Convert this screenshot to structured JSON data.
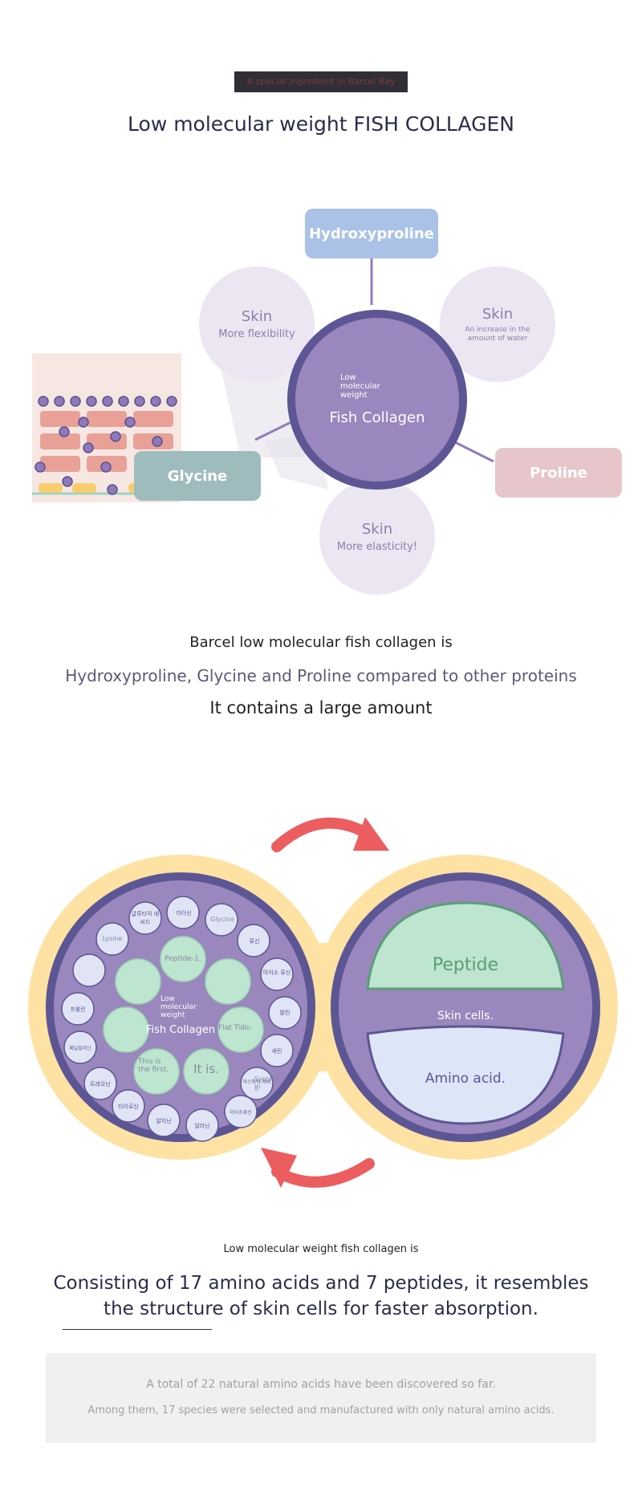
{
  "header": {
    "tagline": "A special ingredient in Barcel Bay",
    "title": "Low molecular weight FISH COLLAGEN"
  },
  "diagram1": {
    "center_small": "Low molecular weight",
    "center_label": "Fish Collagen",
    "bubbles": [
      {
        "title": "Skin",
        "sub": "More flexibility"
      },
      {
        "title": "Skin",
        "sub": "An increase in the amount of water"
      },
      {
        "title": "Skin",
        "sub": "More elasticity!"
      }
    ],
    "pills": {
      "hydroxyproline": "Hydroxyproline",
      "glycine": "Glycine",
      "proline": "Proline"
    }
  },
  "description": {
    "line1": "Barcel low molecular fish collagen is",
    "line2": "Hydroxyproline, Glycine and Proline compared to other proteins",
    "line3": "It contains a large amount"
  },
  "diagram2": {
    "left_center_small": "Low molecular weight",
    "left_center_label": "Fish Collagen",
    "amino_labels": [
      "글루타믹 애씨드",
      "라이신",
      "Glycine",
      "류신",
      "아이소 류신",
      "발린",
      "세린",
      "아스파틱 애씨드",
      "아이소류신",
      "알라닌",
      "알지닌",
      "타이로신",
      "트레오닌",
      "페닐알라닌",
      "프롤린",
      "Lysine"
    ],
    "peptide_labels": [
      "Peptide-1.",
      "Flat Tide-",
      "This is the first.",
      "It is.",
      "System in"
    ],
    "right_top": "Peptide",
    "right_mid": "Skin cells.",
    "right_bottom": "Amino acid."
  },
  "bottom": {
    "subtitle": "Low molecular weight fish collagen is",
    "title_line1": "Consisting of 17 amino acids and 7 peptides, it resembles",
    "title_line2": "the structure of skin cells for faster absorption.",
    "info_line1": "A total of 22 natural amino acids have been discovered so far.",
    "info_line2": "Among them, 17 species were selected and manufactured with only natural amino acids."
  },
  "colors": {
    "purple": "#9a87bd",
    "purple_dark": "#5d5694",
    "bubble": "#ebe6f1",
    "hydroxyproline": "#a9c2e6",
    "glycine": "#9ebcbd",
    "proline": "#e6c6cb",
    "cream": "#fde2a4",
    "green": "#bde5cf",
    "arrow": "#ec5d5f"
  }
}
